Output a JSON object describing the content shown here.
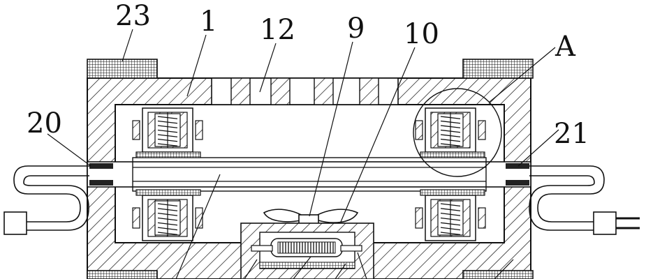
{
  "diagram": {
    "labels": {
      "l23": "23",
      "l1": "1",
      "l12": "12",
      "l9": "9",
      "l10": "10",
      "lA": "A",
      "l20": "20",
      "l21": "21"
    }
  }
}
